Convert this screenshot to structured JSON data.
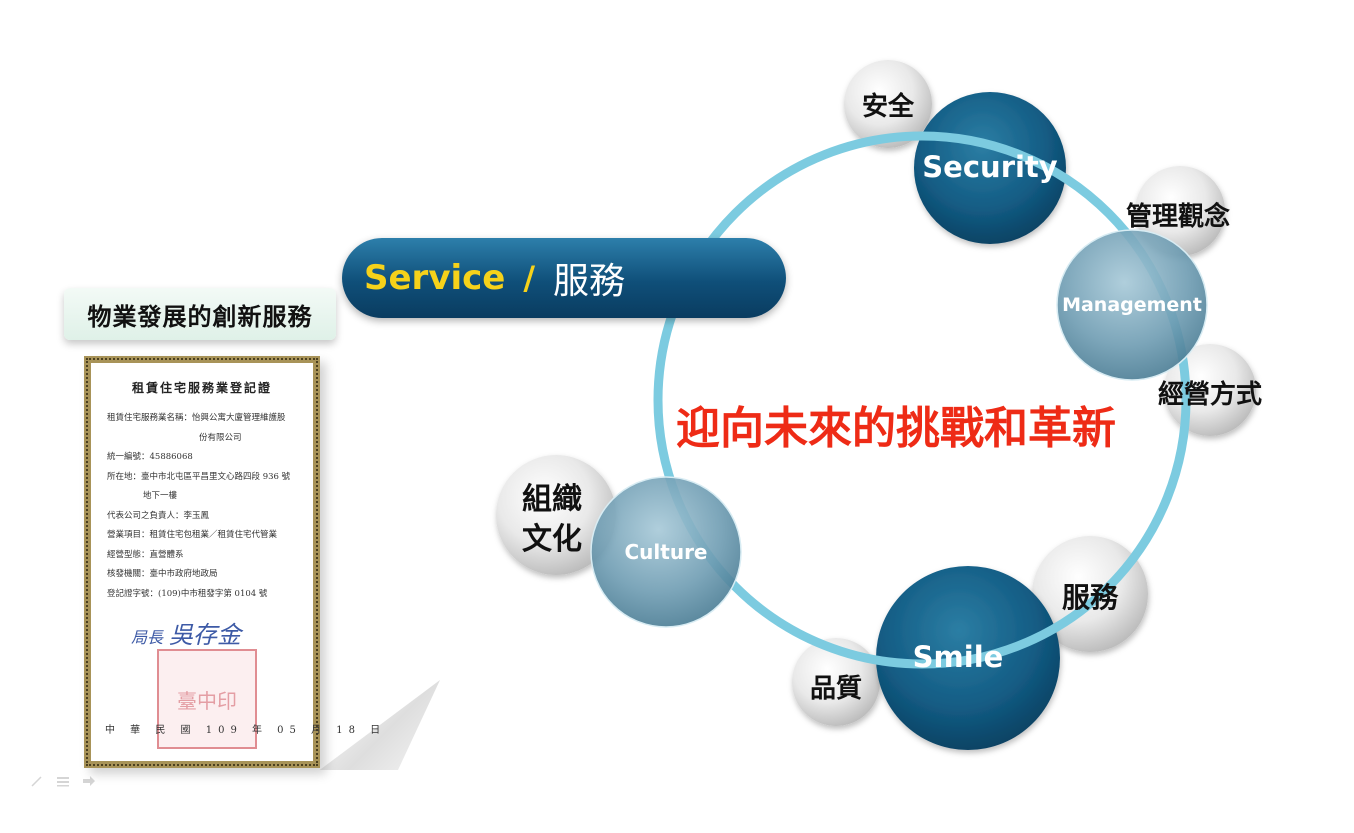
{
  "left": {
    "tag": "物業發展的創新服務",
    "certificate": {
      "title": "租賃住宅服務業登記證",
      "lines": [
        "租賃住宅服務業名稱：怡興公寓大廈管理維護股",
        "份有限公司",
        "統一編號：45886068",
        "所在地：臺中市北屯區平昌里文心路四段 936 號",
        "地下一樓",
        "代表公司之負責人：李玉鳳",
        "營業項目：租賃住宅包租業／租賃住宅代管業",
        "經營型態：直營體系",
        "核發機關：臺中市政府地政局",
        "登記證字號：(109)中市租發字第 0104 號"
      ],
      "signature_title": "局長",
      "signature_name": "吳存金",
      "date": "中 華 民 國 109 年 05 月 18 日"
    }
  },
  "banner": {
    "en": "Service",
    "sep": "/",
    "zh": "服務"
  },
  "diagram": {
    "center_text": "迎向未來的挑戰和革新",
    "blue_nodes": {
      "security": "Security",
      "management": "Management",
      "culture": "Culture",
      "smile": "Smile"
    },
    "gray_nodes": {
      "anquan": "安全",
      "guanli": "管理觀念",
      "jingying": "經營方式",
      "zuzhi_1": "組織",
      "zuzhi_2": "文化",
      "fuwu": "服務",
      "pinzhi": "品質"
    }
  },
  "colors": {
    "ring": "#7ccbe0",
    "center_text": "#ee2b16",
    "banner_text": "#f6d21a",
    "dark_blue": "#0b4466"
  }
}
